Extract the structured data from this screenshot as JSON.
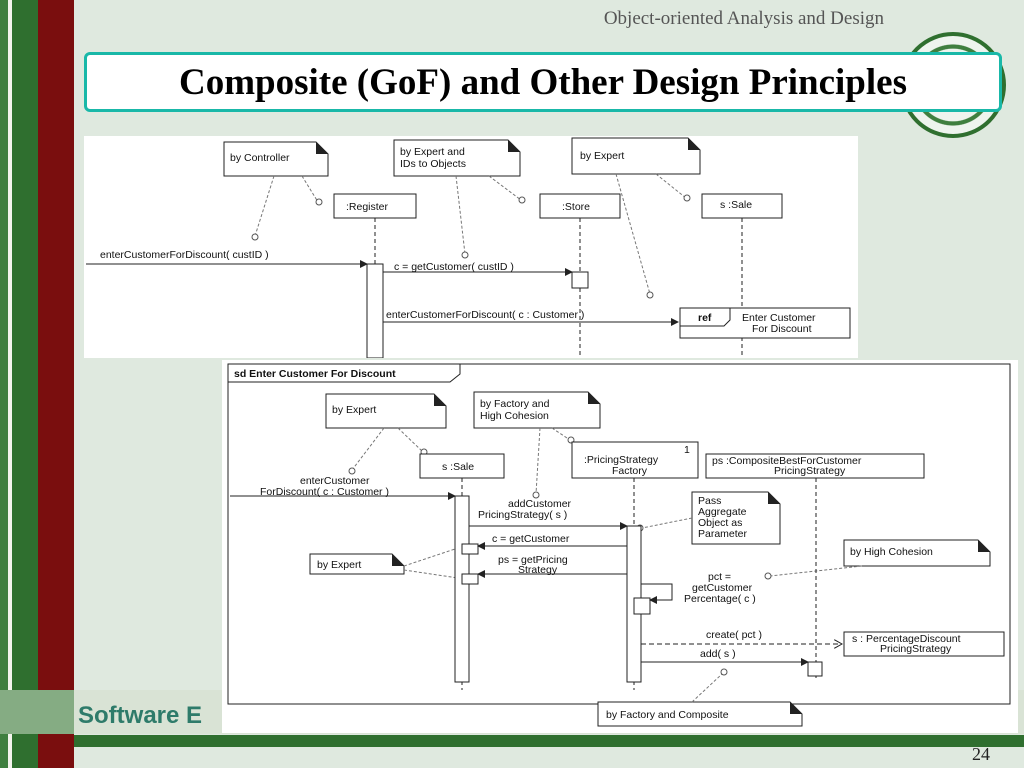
{
  "header": {
    "course_title": "Object-oriented Analysis and Design",
    "slide_title": "Composite (GoF) and Other Design Principles"
  },
  "footer": {
    "text": "Software E",
    "page_number": "24"
  },
  "diagram1": {
    "notes": [
      {
        "lines": [
          "by Controller"
        ]
      },
      {
        "lines": [
          "by Expert and",
          "IDs to Objects"
        ]
      },
      {
        "lines": [
          "by Expert"
        ]
      }
    ],
    "lifelines": [
      ":Register",
      ":Store",
      "s :Sale"
    ],
    "messages": [
      "enterCustomerForDiscount( custID )",
      "c = getCustomer( custID )",
      "enterCustomerForDiscount( c : Customer )"
    ],
    "ref_tag": "ref",
    "ref_lines": [
      "Enter Customer",
      "For Discount"
    ]
  },
  "diagram2": {
    "frame_label": "sd Enter Customer For Discount",
    "notes": [
      {
        "lines": [
          "by Expert"
        ]
      },
      {
        "lines": [
          "by Factory and",
          "High Cohesion"
        ]
      },
      {
        "lines": [
          "Pass",
          "Aggregate",
          "Object as",
          "Parameter"
        ]
      },
      {
        "lines": [
          "by High Cohesion"
        ]
      },
      {
        "lines": [
          "by Expert"
        ]
      },
      {
        "lines": [
          "by Factory and Composite"
        ]
      }
    ],
    "lifelines": {
      "sale": "s :Sale",
      "factory_lines": [
        ":PricingStrategy",
        "Factory"
      ],
      "factory_multiplicity": "1",
      "composite_lines": [
        "ps :CompositeBestForCustomer",
        "PricingStrategy"
      ],
      "discount_lines": [
        "s : PercentageDiscount",
        "PricingStrategy"
      ]
    },
    "messages": {
      "found_lines": [
        "enterCustomer",
        "ForDiscount( c : Customer )"
      ],
      "add_customer_lines": [
        "addCustomer",
        "PricingStrategy( s )"
      ],
      "get_customer": "c = getCustomer",
      "get_pricing_lines": [
        "ps = getPricing",
        "Strategy"
      ],
      "pct_lines": [
        "pct =",
        "getCustomer",
        "Percentage( c )"
      ],
      "create": "create( pct )",
      "add": "add( s )"
    }
  }
}
